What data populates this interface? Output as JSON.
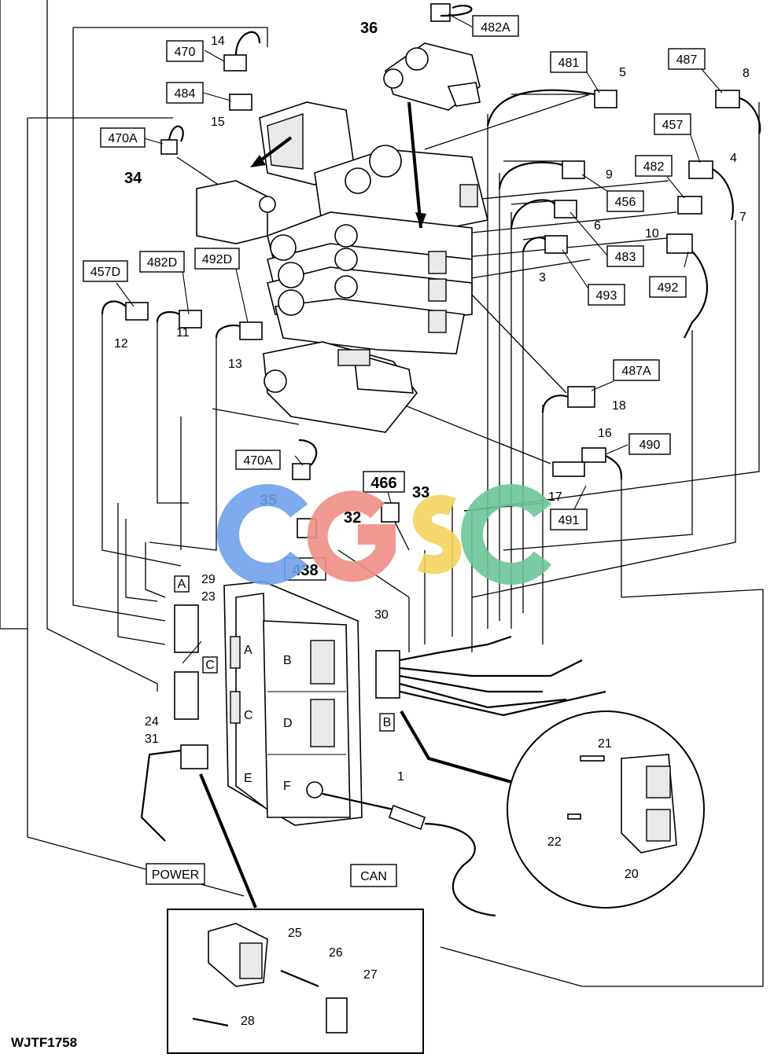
{
  "figure_id": "WJTF1758",
  "watermark": "CGSC",
  "callouts": {
    "c36": "36",
    "c34": "34",
    "c35": "35",
    "c32": "32",
    "c33": "33",
    "c14": "14",
    "c15": "15",
    "c5": "5",
    "c8": "8",
    "c4": "4",
    "c9": "9",
    "c6": "6",
    "c7": "7",
    "c10": "10",
    "c3": "3",
    "c12": "12",
    "c11": "11",
    "c13": "13",
    "c18": "18",
    "c16": "16",
    "c17": "17",
    "c29": "29",
    "c23": "23",
    "c30": "30",
    "c24": "24",
    "c31": "31",
    "c1": "1",
    "c21": "21",
    "c22": "22",
    "c20": "20",
    "c25": "25",
    "c26": "26",
    "c27": "27",
    "c28": "28"
  },
  "boxed_labels": {
    "b482A": "482A",
    "b470": "470",
    "b484": "484",
    "b470A_top": "470A",
    "b481": "481",
    "b487": "487",
    "b457": "457",
    "b482": "482",
    "b456": "456",
    "b483": "483",
    "b492": "492",
    "b493": "493",
    "b457D": "457D",
    "b482D": "482D",
    "b492D": "492D",
    "b487A": "487A",
    "b490": "490",
    "b470A_mid": "470A",
    "b466": "466",
    "b491": "491",
    "b438": "438",
    "bA": "A",
    "bC": "C",
    "bB": "B",
    "bPOWER": "POWER",
    "bCAN": "CAN"
  },
  "controller_sections": {
    "A": "A",
    "B": "B",
    "C": "C",
    "D": "D",
    "E": "E",
    "F": "F"
  },
  "colors": {
    "watermark_c1": "#6fa2ec",
    "watermark_g": "#ef8f85",
    "watermark_s": "#f4d35e",
    "watermark_c2": "#6cc59a"
  }
}
